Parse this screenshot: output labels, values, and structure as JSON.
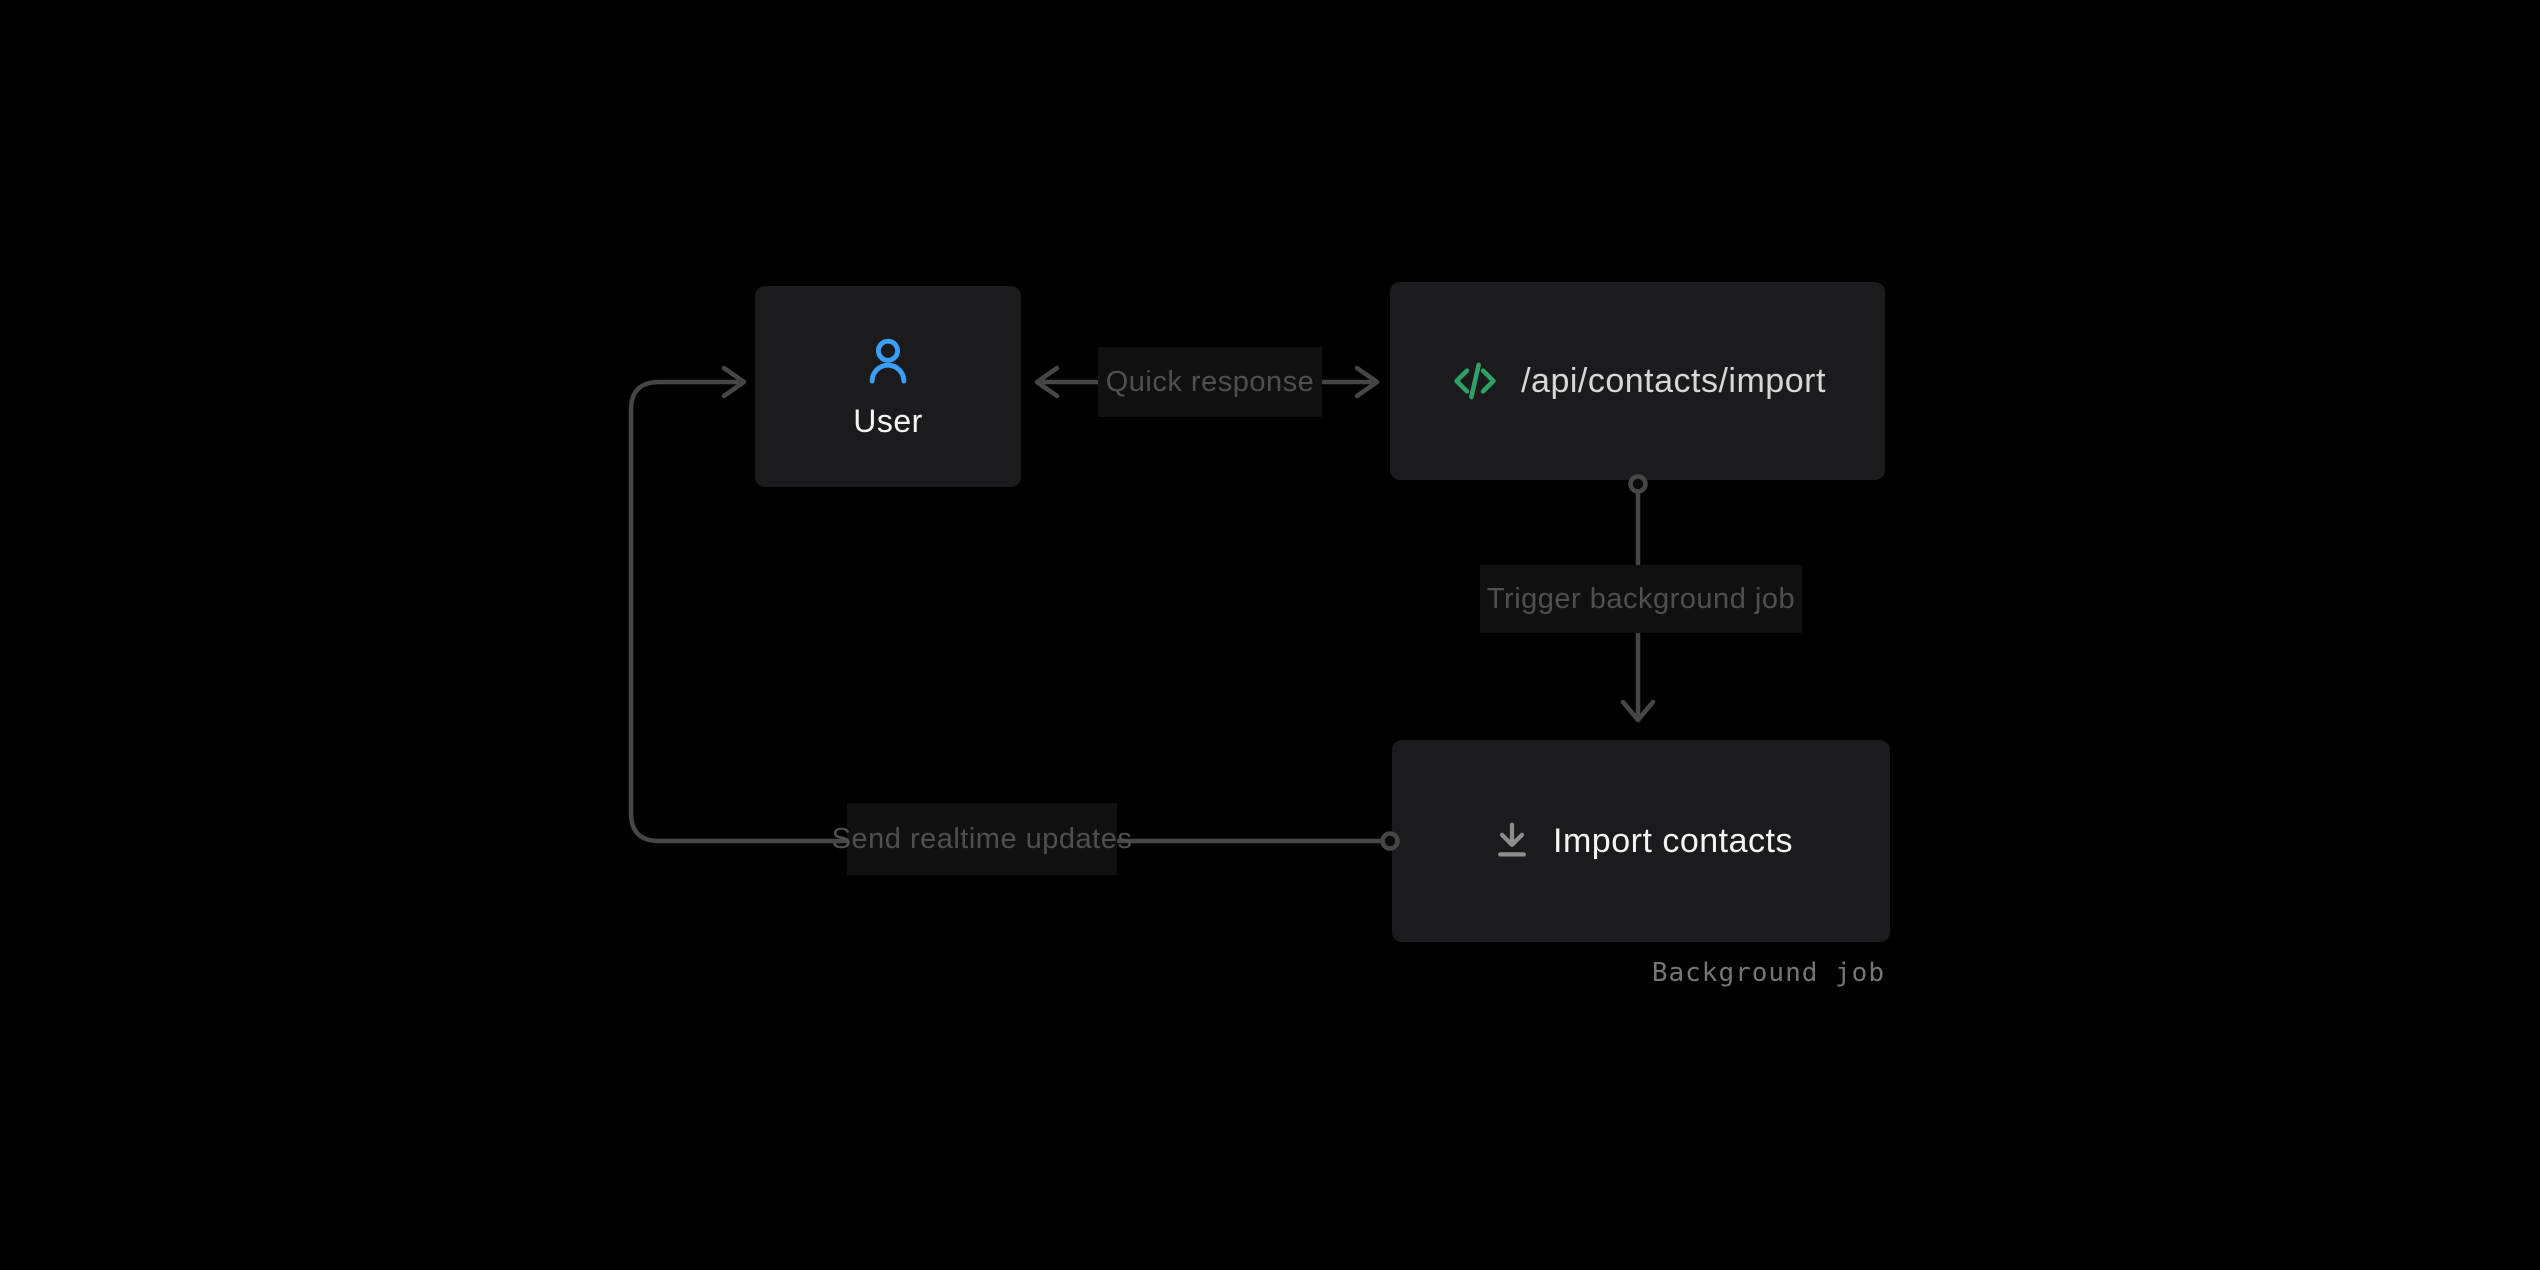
{
  "diagram": {
    "nodes": {
      "user": {
        "label": "User",
        "icon": "user-icon"
      },
      "api": {
        "label": "/api/contacts/import",
        "icon": "code-icon"
      },
      "import_job": {
        "label": "Import contacts",
        "icon": "download-icon",
        "caption": "Background job"
      }
    },
    "edges": {
      "quick_response": {
        "label": "Quick response",
        "direction": "bidirectional"
      },
      "trigger_job": {
        "label": "Trigger background job",
        "direction": "api-to-import"
      },
      "send_updates": {
        "label": "Send realtime updates",
        "direction": "import-to-user"
      }
    }
  },
  "colors": {
    "background": "#000000",
    "node_fill": "#1b1b1d",
    "node_text": "#f4f4f4",
    "api_text": "#d7d7d7",
    "chip_fill": "#101010",
    "chip_text": "#4f4f4f",
    "connector": "#464646",
    "ring_fill": "#0b0b0b",
    "caption_text": "#757575",
    "user_icon": "#3b9ef8",
    "code_icon": "#2ea266",
    "download_icon": "#8d8d8d"
  }
}
